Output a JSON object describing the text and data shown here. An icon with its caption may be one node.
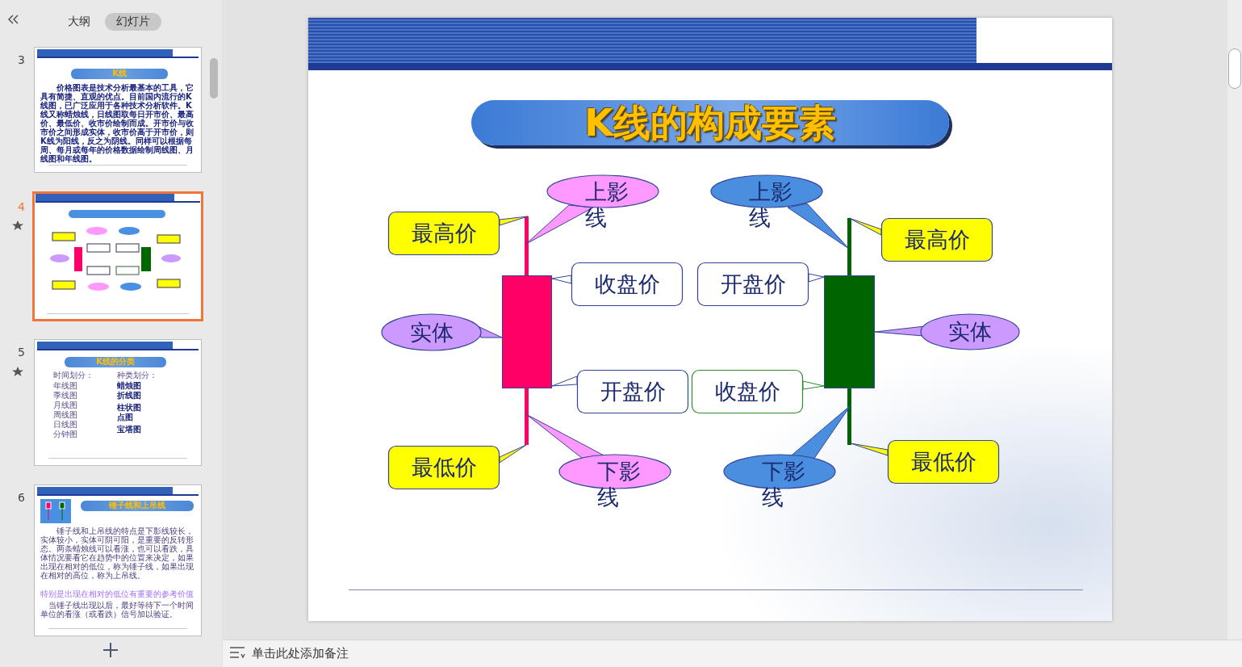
{
  "diagram": {
    "title": "K线的构成要素",
    "nodes": [
      {
        "text": [
          "最高价"
        ]
      },
      {
        "text": [
          "上影线"
        ]
      },
      {
        "text": [
          "收盘价"
        ]
      },
      {
        "text": [
          "实体"
        ]
      },
      {
        "text": [
          "开盘价"
        ]
      },
      {
        "text": [
          "最低价"
        ]
      },
      {
        "text": [
          "下影线"
        ]
      },
      {
        "text": [
          "上影线"
        ]
      },
      {
        "text": [
          "最高价"
        ]
      },
      {
        "text": [
          "开盘价"
        ]
      },
      {
        "text": [
          "实体"
        ]
      },
      {
        "text": [
          "收盘价"
        ]
      },
      {
        "text": [
          "最低价"
        ]
      },
      {
        "text": [
          "下影线"
        ]
      },
      {
        "text": [],
        "shape": "bar"
      },
      {
        "text": [],
        "shape": "box"
      },
      {
        "text": [],
        "shape": "bar"
      },
      {
        "text": [],
        "shape": "bar"
      },
      {
        "text": [],
        "shape": "box"
      },
      {
        "text": [],
        "shape": "bar"
      }
    ],
    "edges": [
      {
        "from": 0,
        "to": 14,
        "arrow": "none"
      },
      {
        "from": 1,
        "to": 14,
        "arrow": "none"
      },
      {
        "from": 2,
        "to": 15,
        "arrow": "none"
      },
      {
        "from": 3,
        "to": 15,
        "arrow": "none"
      },
      {
        "from": 4,
        "to": 15,
        "arrow": "none"
      },
      {
        "from": 5,
        "to": 16,
        "arrow": "none"
      },
      {
        "from": 6,
        "to": 16,
        "arrow": "none"
      },
      {
        "from": 7,
        "to": 17,
        "arrow": "none"
      },
      {
        "from": 8,
        "to": 17,
        "arrow": "none"
      },
      {
        "from": 9,
        "to": 18,
        "arrow": "none"
      },
      {
        "from": 10,
        "to": 18,
        "arrow": "none"
      },
      {
        "from": 11,
        "to": 18,
        "arrow": "none"
      },
      {
        "from": 12,
        "to": 19,
        "arrow": "none"
      },
      {
        "from": 13,
        "to": 19,
        "arrow": "none"
      }
    ],
    "labels": [
      "大纲",
      "幻灯片",
      "3",
      "K线",
      "价格图表是技术分析最基本的工具，它具有简捷、直观的优点。目前国内流行的K线图，已广泛应用于各种技术分析软件。K线又称蜡烛线，日线图取每日开市价、最高价、最低价、收市价绘制而成。开市价与收市价之间形成实体，收市价高于开市价，则K线为阳线，反之为阴线。同样可以根据每周、每月或每年的价格数据绘制周线图、月线图和年线图。",
      "4",
      "5",
      "K线的分类",
      "时间划分：",
      "年线图",
      "季线图",
      "月线图",
      "周线图",
      "日线图",
      "分钟图",
      "种类划分：",
      "蜡烛图",
      "折线图",
      "柱状图",
      "点图",
      "宝塔图",
      "6",
      "锤子线和上吊线",
      "锤子线和上吊线的特点是下影线较长，实体较小，实体可阴可阳，是重要的反转形态。两条蜡烛线可以看涨，也可以看跌，具体情况要看它在趋势中的位置来决定，如果出现在相对的低位，称为锤子线，如果出现在相对的高位，称为上吊线。",
      "特别是出现在相对的低位有重要的参考价值",
      "当锤子线出现以后，最好等待下一个时间单位的看涨（或看跌）信号加以验证。",
      "单击此处添加备注"
    ]
  }
}
